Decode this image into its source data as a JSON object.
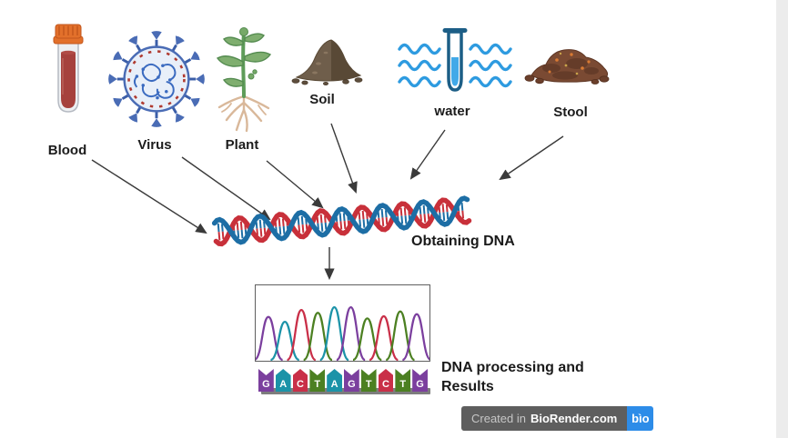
{
  "sources": [
    {
      "label": "Blood",
      "icon": "blood-tube-icon"
    },
    {
      "label": "Virus",
      "icon": "virus-icon"
    },
    {
      "label": "Plant",
      "icon": "plant-icon"
    },
    {
      "label": "Soil",
      "icon": "soil-icon"
    },
    {
      "label": "water",
      "icon": "water-icon"
    },
    {
      "label": "Stool",
      "icon": "stool-icon"
    }
  ],
  "stages": {
    "obtaining": "Obtaining DNA",
    "processing_line1": "DNA processing and",
    "processing_line2": "Results"
  },
  "sequence": {
    "bases": [
      "G",
      "A",
      "C",
      "T",
      "A",
      "G",
      "T",
      "C",
      "T",
      "G"
    ],
    "peak_heights": [
      0.62,
      0.55,
      0.72,
      0.68,
      0.76,
      0.76,
      0.6,
      0.63,
      0.7,
      0.66
    ],
    "base_styles": {
      "G": {
        "color": "#7b3f9e",
        "shape": "notch"
      },
      "A": {
        "color": "#1b93a8",
        "shape": "point"
      },
      "C": {
        "color": "#c92f48",
        "shape": "point"
      },
      "T": {
        "color": "#4c8022",
        "shape": "notch"
      }
    }
  },
  "badge": {
    "created_in": "Created in",
    "brand": "BioRender.com",
    "logo": "bìo"
  },
  "colors": {
    "helix_red": "#c8303a",
    "helix_blue": "#1d6ea5",
    "arrow": "#3a3a3a",
    "badge_gray": "#5e5e5e",
    "badge_blue": "#2d8ce8"
  }
}
